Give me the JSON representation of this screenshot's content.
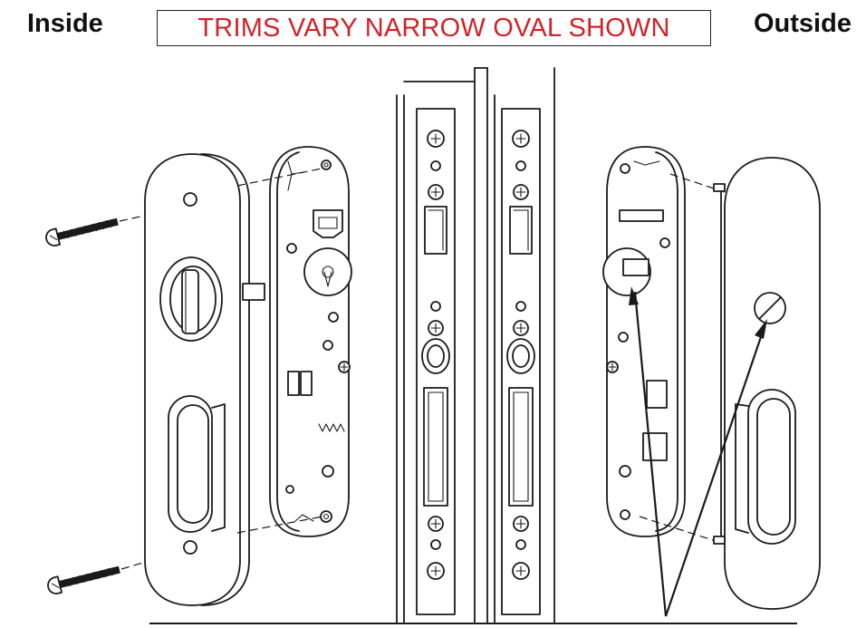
{
  "header": {
    "inside_label": "Inside",
    "trim_note": "TRIMS VARY NARROW OVAL SHOWN",
    "outside_label": "Outside"
  },
  "colors": {
    "note_text": "#d0232a",
    "line_art": "#1a1a1a",
    "background": "#ffffff"
  },
  "icons": {
    "screw": "screw-icon",
    "thumbturn": "thumbturn-icon",
    "emergency_release": "emergency-release-icon"
  }
}
